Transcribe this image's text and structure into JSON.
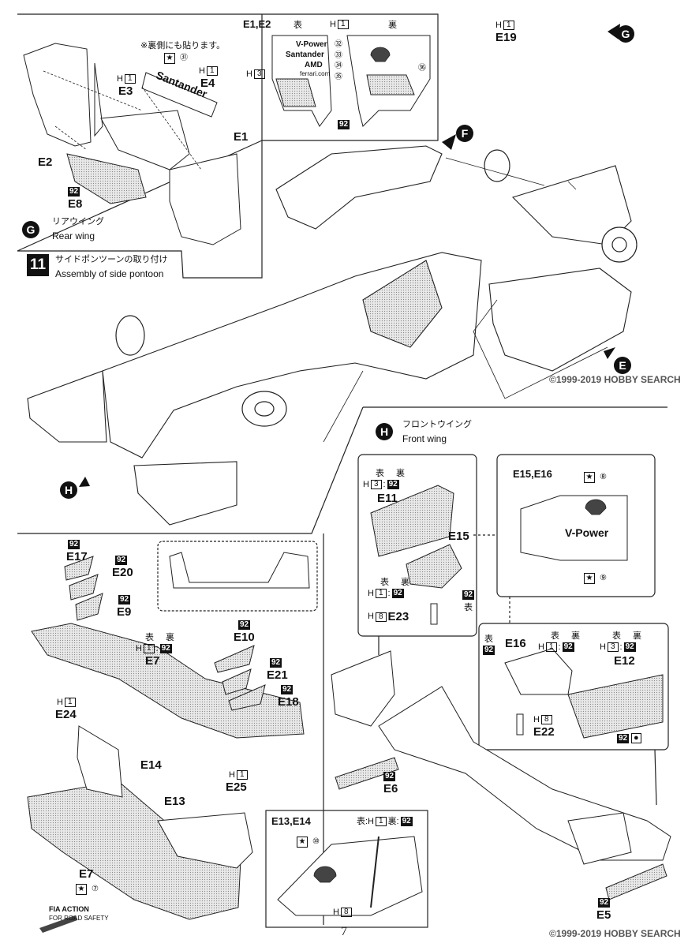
{
  "page_number": "7",
  "watermark": "©1999-2019 HOBBY SEARCH",
  "steps": {
    "step11": {
      "number": "11",
      "title_jp": "サイドポンツーンの取り付け",
      "title_en": "Assembly of side pontoon"
    },
    "rear_wing": {
      "marker": "G",
      "title_jp": "リアウイング",
      "title_en": "Rear wing"
    },
    "front_wing": {
      "marker": "H",
      "title_jp": "フロントウイング",
      "title_en": "Front wing"
    }
  },
  "markers": {
    "E": "E",
    "F": "F",
    "G": "G",
    "H": "H"
  },
  "rear_wing_parts": {
    "e1e2_header": "E1,E2",
    "note_jp": "※裏側にも貼ります。",
    "front_label": "表",
    "back_label": "裏",
    "E1": "E1",
    "E2": "E2",
    "E3": "E3",
    "E4": "E4",
    "E8": "E8",
    "E19": "E19",
    "h1": "1",
    "h3": "3",
    "h_prefix": "H",
    "paint92": "92",
    "decal31": "㉛",
    "decal32": "㉜",
    "decal33": "㉝",
    "decal34": "㉞",
    "decal35": "㉟",
    "decal36": "㊱",
    "vpower": "V-Power",
    "santander": "Santander",
    "amd": "AMD",
    "ferrari_url": "ferrari.com",
    "santander_strip": "Santander"
  },
  "front_wing_parts": {
    "E5": "E5",
    "E6": "E6",
    "E7": "E7",
    "E9": "E9",
    "E10": "E10",
    "E11": "E11",
    "E12": "E12",
    "E13": "E13",
    "E14": "E14",
    "E15": "E15",
    "E16": "E16",
    "E17": "E17",
    "E18": "E18",
    "E20": "E20",
    "E21": "E21",
    "E22": "E22",
    "E23": "E23",
    "E24": "E24",
    "E25": "E25",
    "e15e16_header": "E15,E16",
    "e13e14_header": "E13,E14",
    "decal8": "⑧",
    "decal9": "⑨",
    "decal10": "⑩",
    "decal7": "⑦",
    "vpower": "V-Power",
    "front_back_prefix": "表:H",
    "back_prefix": "裏:",
    "h8": "8"
  },
  "logo": {
    "line1": "FIA ACTION",
    "line2": "FOR ROAD SAFETY"
  }
}
